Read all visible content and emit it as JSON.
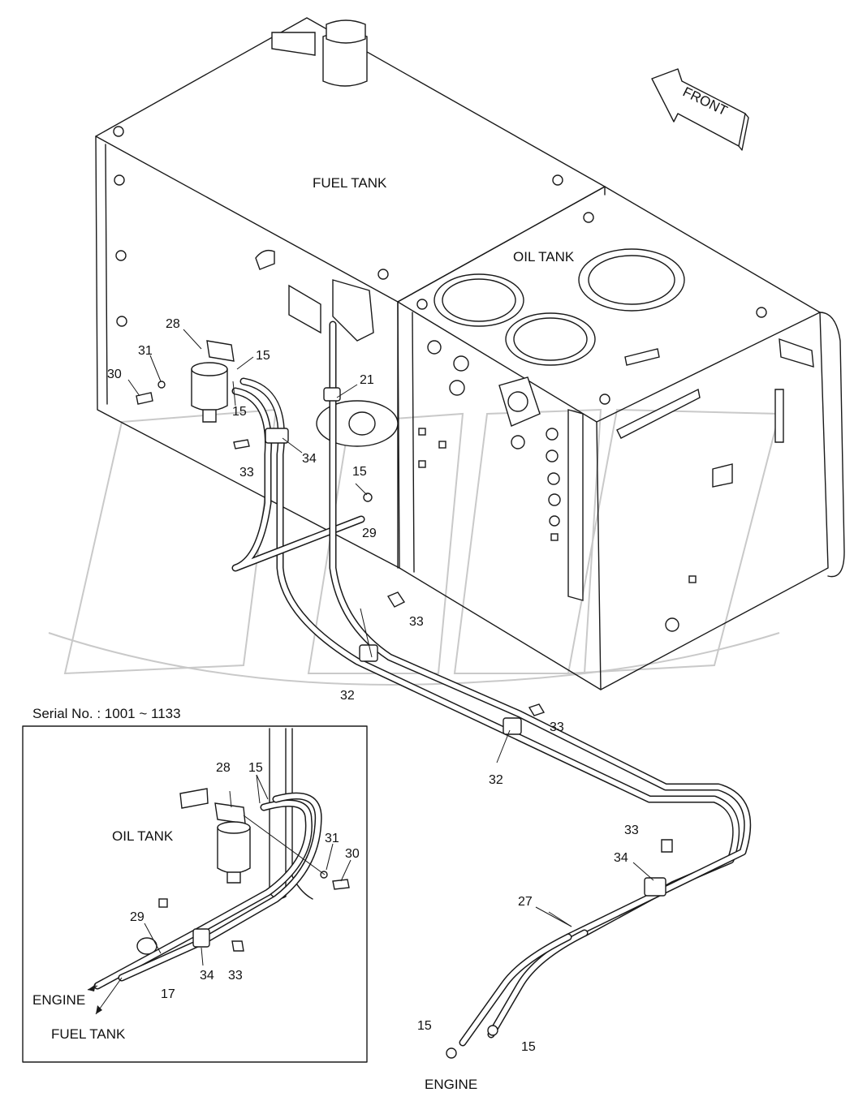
{
  "main_view": {
    "labels": {
      "fuel_tank": "FUEL TANK",
      "oil_tank": "OIL TANK",
      "front": "FRONT",
      "engine": "ENGINE"
    },
    "callouts": [
      "28",
      "31",
      "30",
      "15",
      "15",
      "21",
      "34",
      "33",
      "15",
      "29",
      "33",
      "32",
      "33",
      "32",
      "33",
      "34",
      "27",
      "15",
      "15"
    ]
  },
  "inset": {
    "serial_caption": "Serial No. : 1001 ~ 1133",
    "labels": {
      "oil_tank": "OIL TANK",
      "engine": "ENGINE",
      "fuel_tank": "FUEL TANK"
    },
    "callouts": [
      "28",
      "15",
      "31",
      "30",
      "29",
      "34",
      "33",
      "17"
    ]
  },
  "watermark": "OREX"
}
